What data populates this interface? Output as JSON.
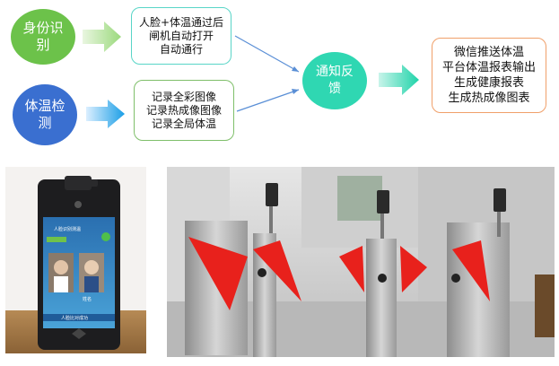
{
  "nodes": {
    "id_check": "身份识别",
    "temp_check": "体温检测",
    "feedback": "通知反馈"
  },
  "gate_box": {
    "lines": [
      "人脸+体温通过后",
      "闸机自动打开",
      "自动通行"
    ]
  },
  "record_box": {
    "lines": [
      "记录全彩图像",
      "记录热成像图像",
      "记录全局体温"
    ]
  },
  "output_box": {
    "lines": [
      "微信推送体温",
      "平台体温报表输出",
      "生成健康报表",
      "生成热成像图表"
    ]
  },
  "device_screen": {
    "header": "人脸识别测温",
    "name_label": "姓名",
    "footer": "人脸比对成功"
  },
  "colors": {
    "green": "#6cc24a",
    "blue": "#3a6fd0",
    "teal": "#2fd7b2",
    "gate_border": "#59d5c7",
    "record_border": "#7fbf6a",
    "output_border": "#f0a06a",
    "barrier_red": "#e8211c"
  }
}
